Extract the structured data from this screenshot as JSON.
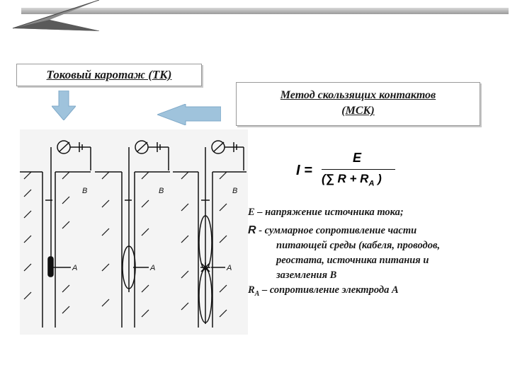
{
  "header": {
    "logo_icon": "chevron-logo-icon",
    "bar_color": "#a8a8a8"
  },
  "left_title": "Токовый каротаж (ТК)",
  "right_title_line1": "Метод скользящих контактов",
  "right_title_line2": "(МСК)",
  "arrow_color": "#9fc3dc",
  "diagram": {
    "panels": [
      {
        "label_b": "B",
        "label_a": "A"
      },
      {
        "label_b": "B",
        "label_a": "A"
      },
      {
        "label_b": "B",
        "label_a": "A"
      }
    ]
  },
  "formula": {
    "lhs": "I =",
    "numerator": "E",
    "denominator_open": "(∑",
    "denominator_r": "R + R",
    "denominator_sub": "A",
    "denominator_close": ")"
  },
  "legend": {
    "line1": "Е – напряжение источника тока;",
    "r_symbol": "R",
    "line2": " - суммарное сопротивление части",
    "line3": "питающей среды (кабеля, проводов,",
    "line4": "реостата, источника питания и",
    "line5": "заземления В",
    "line6_sym": "R",
    "line6_sub": "А",
    "line6_text": " – сопротивление электрода А"
  }
}
